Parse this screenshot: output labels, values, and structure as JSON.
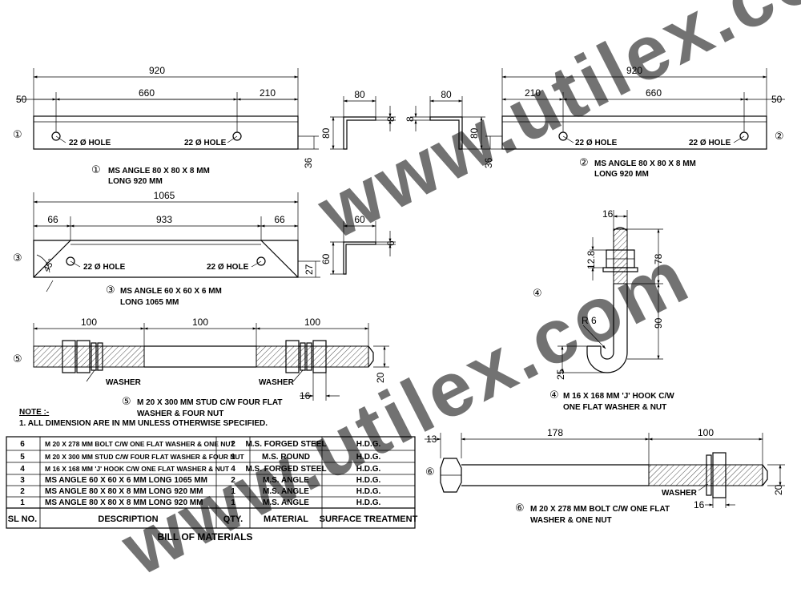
{
  "watermark": "www.utilex.com",
  "parts": {
    "p1": {
      "marker": "①",
      "title_1": "MS ANGLE 80 X 80 X 8 MM",
      "title_2": "LONG 920 MM",
      "dim_total": "920",
      "dim_left": "50",
      "dim_mid": "660",
      "dim_right": "210",
      "hole_a": "22 Ø HOLE",
      "hole_b": "22 Ø HOLE",
      "hole_offset": "36",
      "sec_width": "80",
      "sec_height": "80",
      "sec_thick": "8"
    },
    "p2": {
      "marker": "②",
      "title_1": "MS ANGLE 80 X 80 X 8 MM",
      "title_2": "LONG 920 MM",
      "dim_total": "920",
      "dim_left": "210",
      "dim_mid": "660",
      "dim_right": "50",
      "hole_a": "22 Ø HOLE",
      "hole_b": "22 Ø HOLE",
      "hole_offset": "36",
      "sec_width": "80",
      "sec_height": "80",
      "sec_thick": "8"
    },
    "p3": {
      "marker": "③",
      "title_1": "MS ANGLE 60 X 60 X 6 MM",
      "title_2": "LONG 1065 MM",
      "dim_total": "1065",
      "dim_left": "66",
      "dim_mid": "933",
      "dim_right": "66",
      "angle": "45°",
      "hole_a": "22 Ø HOLE",
      "hole_b": "22 Ø HOLE",
      "hole_offset": "27",
      "sec_width": "60",
      "sec_height": "60",
      "sec_thick": "6"
    },
    "p4": {
      "marker": "④",
      "title_1": "M 16 X 168 MM 'J' HOOK C/W",
      "title_2": "ONE FLAT WASHER & NUT",
      "dim_dia": "16",
      "dim_thread": "78",
      "dim_nut": "12.8",
      "dim_radius": "R 6",
      "dim_straight": "90",
      "dim_hook": "25"
    },
    "p5": {
      "marker": "⑤",
      "title_1": "M 20 X 300 MM STUD C/W FOUR FLAT",
      "title_2": "WASHER & FOUR NUT",
      "dim_a": "100",
      "dim_b": "100",
      "dim_c": "100",
      "washer_a": "WASHER",
      "washer_b": "WASHER",
      "dim_dia": "20",
      "dim_nut": "16"
    },
    "p6": {
      "marker": "⑥",
      "title_1": "M 20 X 278 MM BOLT C/W ONE FLAT",
      "title_2": "WASHER & ONE NUT",
      "dim_head": "13",
      "dim_shank": "178",
      "dim_thread": "100",
      "washer": "WASHER",
      "dim_nut": "16",
      "dim_dia": "20"
    }
  },
  "notes": {
    "heading": "NOTE :-",
    "line_1": "1.  ALL DIMENSION ARE IN MM UNLESS OTHERWISE SPECIFIED."
  },
  "bom": {
    "caption": "BILL  OF  MATERIALS",
    "headers": {
      "sl": "SL NO.",
      "desc": "DESCRIPTION",
      "qty": "QTY.",
      "material": "MATERIAL",
      "surface": "SURFACE TREATMENT"
    },
    "rows": [
      {
        "sl": "6",
        "desc": "M 20 X 278 MM BOLT C/W ONE FLAT WASHER & ONE NUT",
        "qty": "2",
        "material": "M.S. FORGED STEEL",
        "surface": "H.D.G."
      },
      {
        "sl": "5",
        "desc": "M 20 X 300 MM STUD C/W FOUR FLAT WASHER & FOUR NUT",
        "qty": "1",
        "material": "M.S. ROUND",
        "surface": "H.D.G."
      },
      {
        "sl": "4",
        "desc": "M 16 X 168 MM 'J' HOOK C/W ONE FLAT WASHER & NUT",
        "qty": "4",
        "material": "M.S. FORGED STEEL",
        "surface": "H.D.G."
      },
      {
        "sl": "3",
        "desc": "MS ANGLE 60 X 60 X 6 MM LONG 1065 MM",
        "qty": "2",
        "material": "M.S. ANGLE",
        "surface": "H.D.G."
      },
      {
        "sl": "2",
        "desc": "MS ANGLE 80 X 80 X 8 MM LONG 920 MM",
        "qty": "1",
        "material": "M.S. ANGLE",
        "surface": "H.D.G."
      },
      {
        "sl": "1",
        "desc": "MS ANGLE 80 X 80 X 8 MM LONG 920 MM",
        "qty": "1",
        "material": "M.S. ANGLE",
        "surface": "H.D.G."
      }
    ]
  }
}
